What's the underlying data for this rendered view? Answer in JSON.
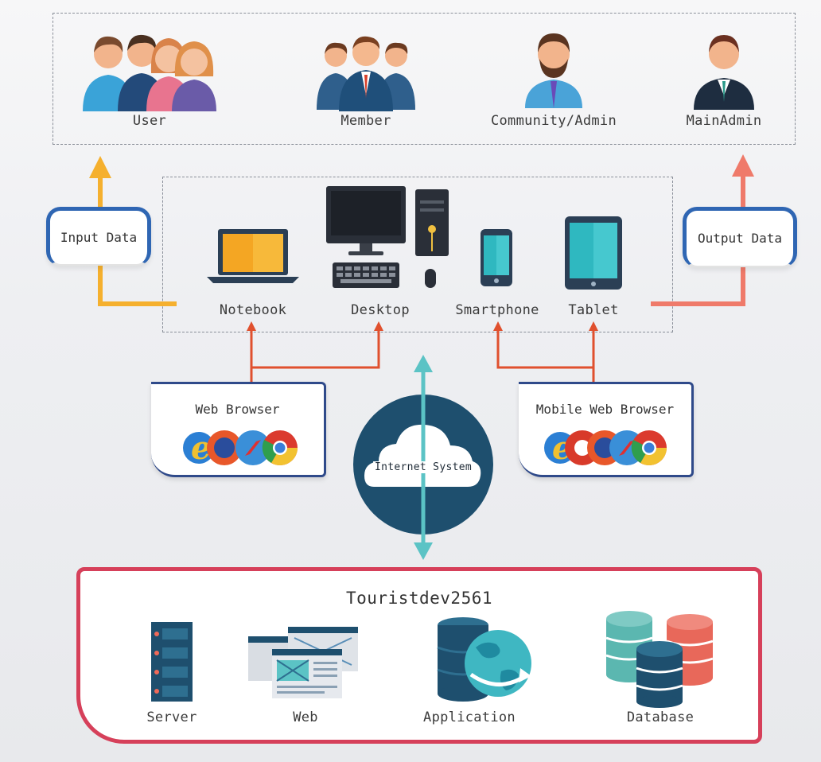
{
  "actors": [
    {
      "label": "User",
      "icon": "user-group-icon"
    },
    {
      "label": "Member",
      "icon": "member-group-icon"
    },
    {
      "label": "Community/Admin",
      "icon": "community-admin-icon"
    },
    {
      "label": "MainAdmin",
      "icon": "main-admin-icon"
    }
  ],
  "io": {
    "input_label": "Input Data",
    "output_label": "Output Data"
  },
  "devices": [
    {
      "label": "Notebook",
      "icon": "notebook-icon"
    },
    {
      "label": "Desktop",
      "icon": "desktop-icon"
    },
    {
      "label": "Smartphone",
      "icon": "smartphone-icon"
    },
    {
      "label": "Tablet",
      "icon": "tablet-icon"
    }
  ],
  "browsers": {
    "web_label": "Web Browser",
    "mobile_label": "Mobile Web Browser"
  },
  "cloud": {
    "label": "Internet System"
  },
  "backend": {
    "title": "Touristdev2561",
    "items": [
      {
        "label": "Server",
        "icon": "server-icon"
      },
      {
        "label": "Web",
        "icon": "web-pages-icon"
      },
      {
        "label": "Application",
        "icon": "application-globe-icon"
      },
      {
        "label": "Database",
        "icon": "database-icon"
      }
    ]
  },
  "colors": {
    "input_arrow": "#f5b02e",
    "output_arrow": "#ef7a6a",
    "device_connector": "#e0502e",
    "cloud": "#1e4f6e",
    "cloud_arrow": "#5bc3c5",
    "backend_border": "#d6405a",
    "io_border": "#2f66b3"
  }
}
